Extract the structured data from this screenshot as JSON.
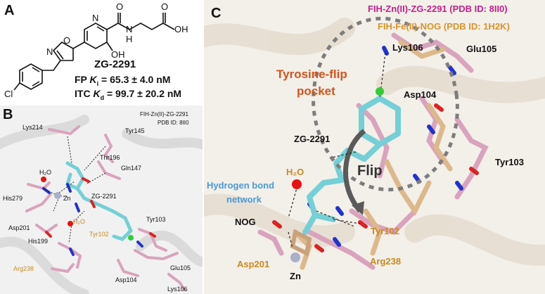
{
  "panel_a": {
    "letter": "A",
    "compound_name": "ZG-2291",
    "fp_prefix": "FP",
    "fp_symbol": "K",
    "fp_sub": "i",
    "fp_value": " = 65.3 ± 4.0 nM",
    "itc_prefix": "ITC",
    "itc_symbol": "K",
    "itc_sub": "d",
    "itc_value": " = 99.7 ± 20.2 nM",
    "atoms": {
      "O_carbonyl": "O",
      "NH": "N",
      "H": "H",
      "O_acid": "O",
      "OH_acid": "OH",
      "OH_ring": "OH",
      "N_pyr": "N",
      "O_isox": "O",
      "N_isox": "N",
      "Cl": "Cl"
    }
  },
  "panel_b": {
    "letter": "B",
    "title_line1": "FIH-Zn(II)-ZG-2291",
    "title_line2": "PDB ID: 8II0",
    "residues": {
      "lys214": "Lys214",
      "tyr145": "Tyr145",
      "thr196": "Thr196",
      "gln147": "Gln147",
      "h2o_a": "H₂O",
      "his279": "His279",
      "zn": "Zn",
      "zg2291": "ZG-2291",
      "asp201": "Asp201",
      "h2o_b": "H₂O",
      "tyr102": "Tyr102",
      "his199": "His199",
      "tyr103": "Tyr103",
      "arg238": "Arg238",
      "glu105": "Glu105",
      "asp104": "Asp104",
      "lys106": "Lys106"
    }
  },
  "panel_c": {
    "letter": "C",
    "legend_line1": "FIH-Zn(II)-ZG-2291 (PDB ID: 8II0)",
    "legend_line2": "FIH-Fe(II)-NOG (PDB ID: 1H2K)",
    "pocket_line1": "Tyrosine-flip",
    "pocket_line2": "pocket",
    "flip": "Flip",
    "hbond_line1": "Hydrogen bond",
    "hbond_line2": "network",
    "residues": {
      "lys106": "Lys106",
      "glu105": "Glu105",
      "asp104": "Asp104",
      "zg2291": "ZG-2291",
      "tyr103": "Tyr103",
      "h2o": "H₂O",
      "nog": "NOG",
      "tyr102": "Tyr102",
      "asp201": "Asp201",
      "zn": "Zn",
      "arg238": "Arg238"
    }
  },
  "colors": {
    "legend_magenta": "#c2218a",
    "legend_orange": "#d9952a",
    "pocket_orange": "#d2541c",
    "hbond_blue": "#4a9ad6",
    "orange_label": "#c98a1d",
    "ligand_cyan": "#74d0d6",
    "protein_pink": "#d9a3bd",
    "protein_tan": "#dcb88a",
    "nitrogen_blue": "#2233cc",
    "oxygen_red": "#dd2222",
    "chlorine_green": "#33cc33",
    "water_red": "#e81010",
    "zinc_grey": "#aab0c8"
  }
}
